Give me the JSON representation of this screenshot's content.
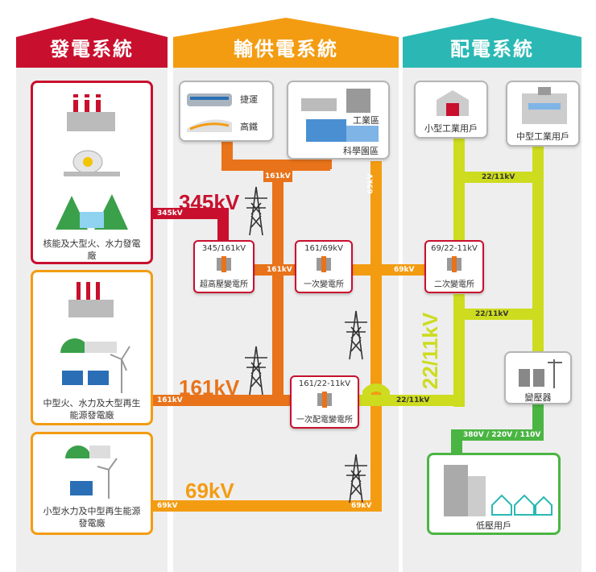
{
  "headers": {
    "generation": "發電系統",
    "transmission": "輸供電系統",
    "distribution": "配電系統"
  },
  "generation": {
    "nuclear_hydro": "核能及大型火、水力發電廠",
    "medium_renewable": "中型火、水力及大型再生能源發電廠",
    "small_renewable": "小型水力及中型再生能源發電廠"
  },
  "consumers": {
    "metro": "捷運",
    "hsr": "高鐵",
    "industrial_zone": "工業區",
    "science_park": "科學園區",
    "small_industrial": "小型工業用戶",
    "medium_industrial": "中型工業用戶",
    "low_voltage": "低壓用戶"
  },
  "substations": {
    "ehv": {
      "voltage": "345/161kV",
      "name": "超高壓變電所"
    },
    "primary": {
      "voltage": "161/69kV",
      "name": "一次變電所"
    },
    "secondary": {
      "voltage": "69/22-11kV",
      "name": "二次變電所"
    },
    "dist_primary": {
      "voltage": "161/22-11kV",
      "name": "一次配電變電所"
    },
    "transformer": {
      "name": "變壓器"
    }
  },
  "big_voltages": {
    "v345": "345kV",
    "v161": "161kV",
    "v69": "69kV",
    "v22_11": "22/11kV"
  },
  "tags": {
    "t345": "345kV",
    "t161_a": "161kV",
    "t161_b": "161kV",
    "t161_c": "161kV",
    "t69_a": "69kV",
    "t69_b": "69kV",
    "t69_c": "69kV",
    "t69_d": "69kV",
    "t22_a": "22/11kV",
    "t22_b": "22/11kV",
    "t22_c": "22/11kV",
    "t_lv": "380V / 220V / 110V"
  },
  "colors": {
    "red": "#c8102e",
    "orange": "#f39c12",
    "dark_orange": "#e8731a",
    "lime": "#cddc1f",
    "green": "#4bb543",
    "teal": "#2bb8b4"
  }
}
